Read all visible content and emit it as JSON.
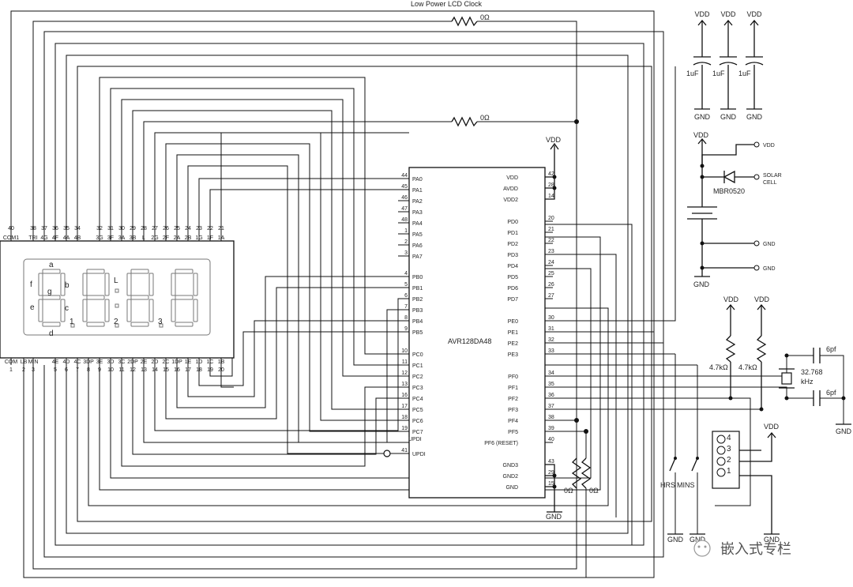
{
  "title": "Low Power LCD Clock",
  "mcu": {
    "name": "AVR128DA48",
    "left_pins": [
      {
        "num": "44",
        "name": "PA0"
      },
      {
        "num": "45",
        "name": "PA1"
      },
      {
        "num": "46",
        "name": "PA2"
      },
      {
        "num": "47",
        "name": "PA3"
      },
      {
        "num": "48",
        "name": "PA4"
      },
      {
        "num": "1",
        "name": "PA5"
      },
      {
        "num": "2",
        "name": "PA6"
      },
      {
        "num": "3",
        "name": "PA7"
      },
      {
        "num": "4",
        "name": "PB0"
      },
      {
        "num": "5",
        "name": "PB1"
      },
      {
        "num": "6",
        "name": "PB2"
      },
      {
        "num": "7",
        "name": "PB3"
      },
      {
        "num": "8",
        "name": "PB4"
      },
      {
        "num": "9",
        "name": "PB5"
      },
      {
        "num": "10",
        "name": "PC0"
      },
      {
        "num": "11",
        "name": "PC1"
      },
      {
        "num": "12",
        "name": "PC2"
      },
      {
        "num": "13",
        "name": "PC3"
      },
      {
        "num": "16",
        "name": "PC4"
      },
      {
        "num": "17",
        "name": "PC5"
      },
      {
        "num": "18",
        "name": "PC6"
      },
      {
        "num": "19",
        "name": "PC7"
      },
      {
        "num": "41",
        "name": "UPDI"
      }
    ],
    "updi_top_label": "UPDI",
    "right_pins": [
      {
        "num": "42",
        "name": "VDD"
      },
      {
        "num": "28",
        "name": "AVDD"
      },
      {
        "num": "14",
        "name": "VDD2"
      },
      {
        "num": "20",
        "name": "PD0"
      },
      {
        "num": "21",
        "name": "PD1"
      },
      {
        "num": "22",
        "name": "PD2"
      },
      {
        "num": "23",
        "name": "PD3"
      },
      {
        "num": "24",
        "name": "PD4"
      },
      {
        "num": "25",
        "name": "PD5"
      },
      {
        "num": "26",
        "name": "PD6"
      },
      {
        "num": "27",
        "name": "PD7"
      },
      {
        "num": "30",
        "name": "PE0"
      },
      {
        "num": "31",
        "name": "PE1"
      },
      {
        "num": "32",
        "name": "PE2"
      },
      {
        "num": "33",
        "name": "PE3"
      },
      {
        "num": "34",
        "name": "PF0"
      },
      {
        "num": "35",
        "name": "PF1"
      },
      {
        "num": "36",
        "name": "PF2"
      },
      {
        "num": "37",
        "name": "PF3"
      },
      {
        "num": "38",
        "name": "PF4"
      },
      {
        "num": "39",
        "name": "PF5"
      },
      {
        "num": "40",
        "name": "PF6 (RESET)"
      },
      {
        "num": "43",
        "name": "GND3"
      },
      {
        "num": "29",
        "name": "GND2"
      },
      {
        "num": "15",
        "name": "GND"
      }
    ]
  },
  "lcd": {
    "top_pins": [
      {
        "num": "40",
        "label": "COM1"
      },
      {
        "num": "38",
        "label": "TRI"
      },
      {
        "num": "37",
        "label": "4G"
      },
      {
        "num": "36",
        "label": "4F"
      },
      {
        "num": "35",
        "label": "4A"
      },
      {
        "num": "34",
        "label": "4B"
      },
      {
        "num": "32",
        "label": "3G"
      },
      {
        "num": "31",
        "label": "3F"
      },
      {
        "num": "30",
        "label": "3A"
      },
      {
        "num": "29",
        "label": "3B"
      },
      {
        "num": "28",
        "label": "L"
      },
      {
        "num": "27",
        "label": "2G"
      },
      {
        "num": "26",
        "label": "2F"
      },
      {
        "num": "25",
        "label": "2A"
      },
      {
        "num": "24",
        "label": "2B"
      },
      {
        "num": "23",
        "label": "1G"
      },
      {
        "num": "22",
        "label": "1F"
      },
      {
        "num": "21",
        "label": "1A"
      }
    ],
    "bottom_pins": [
      {
        "num": "1",
        "label": "COM"
      },
      {
        "num": "2",
        "label": "LB"
      },
      {
        "num": "3",
        "label": "MIN"
      },
      {
        "num": "5",
        "label": "4E"
      },
      {
        "num": "6",
        "label": "4D"
      },
      {
        "num": "7",
        "label": "4C"
      },
      {
        "num": "8",
        "label": "3DP"
      },
      {
        "num": "9",
        "label": "3E"
      },
      {
        "num": "10",
        "label": "3D"
      },
      {
        "num": "11",
        "label": "3C"
      },
      {
        "num": "12",
        "label": "2DP"
      },
      {
        "num": "13",
        "label": "2E"
      },
      {
        "num": "14",
        "label": "2D"
      },
      {
        "num": "15",
        "label": "2C"
      },
      {
        "num": "16",
        "label": "1DP"
      },
      {
        "num": "17",
        "label": "1E"
      },
      {
        "num": "18",
        "label": "1D"
      },
      {
        "num": "19",
        "label": "1C"
      },
      {
        "num": "20",
        "label": "1B"
      }
    ],
    "segment_letters": [
      "a",
      "b",
      "c",
      "d",
      "e",
      "f",
      "g"
    ],
    "l_mark": "L",
    "dp_marks": [
      "1",
      "2",
      "3"
    ]
  },
  "labels": {
    "vdd": "VDD",
    "gnd": "GND",
    "res_zero": "0Ω",
    "res_4k7": "4.7kΩ",
    "cap_1uf": "1uF",
    "cap_6pf": "6pf",
    "crystal_freq": "32.768",
    "crystal_unit": "kHz",
    "diode": "MBR0520",
    "solar_line1": "SOLAR",
    "solar_line2": "CELL",
    "hrs": "HRS",
    "mins": "MINS",
    "header_pins": [
      "4",
      "3",
      "2",
      "1"
    ]
  },
  "watermark": {
    "text": "嵌入式专栏"
  }
}
